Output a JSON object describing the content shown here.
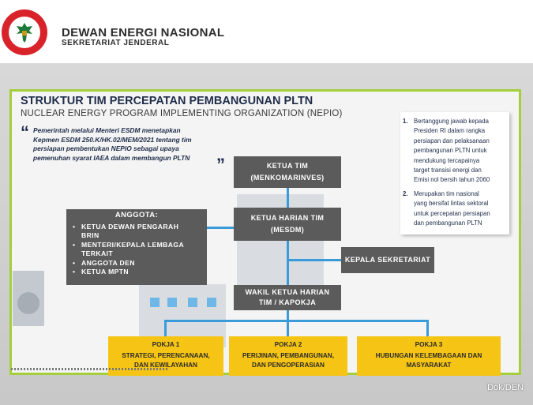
{
  "header": {
    "org_name": "DEWAN ENERGI NASIONAL",
    "org_sub": "SEKRETARIAT JENDERAL"
  },
  "slide": {
    "title": "STRUKTUR TIM PERCEPATAN PEMBANGUNAN PLTN",
    "subtitle": "NUCLEAR ENERGY PROGRAM IMPLEMENTING ORGANIZATION (NEPIO)",
    "quote_lines": [
      "Pemerintah melalui Menteri ESDM menetapkan",
      "Kepmen ESDM 250.K/HK.02/MEM/2021 tentang tim",
      "persiapan pembentukan NEPIO sebagai upaya",
      "pemenuhan syarat IAEA dalam membangun PLTN"
    ],
    "notes": [
      {
        "num": "1.",
        "lines": [
          "Bertanggung jawab kepada",
          "Presiden RI dalam rangka",
          "persiapan dan pelaksanaan",
          "pembangunan PLTN untuk",
          "mendukung tercapainya",
          "target transisi energi dan",
          "Emisi nol bersih tahun 2060"
        ]
      },
      {
        "num": "2.",
        "lines": [
          "Merupakan tim nasional",
          "yang bersifat lintas sektoral",
          "untuk percepatan persiapan",
          "dan pembangunan PLTN"
        ]
      }
    ],
    "ketua_tim": [
      "KETUA TIM",
      "(MENKOMARINVES)"
    ],
    "ketua_harian": [
      "KETUA HARIAN TIM",
      "(MESDM)"
    ],
    "anggota_title": "ANGGOTA:",
    "anggota": [
      "KETUA DEWAN PENGARAH",
      "BRIN",
      "MENTERI/KEPALA LEMBAGA",
      "TERKAIT",
      "ANGGOTA DEN",
      "KETUA MPTN"
    ],
    "anggota_bullets": [
      true,
      false,
      true,
      false,
      true,
      true
    ],
    "kepala_sekretariat": "KEPALA SEKRETARIAT",
    "wakil_ketua": [
      "WAKIL KETUA HARIAN",
      "TIM  / KAPOKJA"
    ],
    "pokja": [
      {
        "label": "POKJA 1",
        "lines": [
          "STRATEGI, PERENCANAAN,",
          "DAN KEWILAYAHAN"
        ]
      },
      {
        "label": "POKJA 2",
        "lines": [
          "PERIJINAN, PEMBANGUNAN,",
          "DAN PENGOPERASIAN"
        ]
      },
      {
        "label": "POKJA 3",
        "lines": [
          "HUBUNGAN KELEMBAGAAN DAN",
          "MASYARAKAT"
        ]
      }
    ]
  },
  "credit": "Dok/DEN",
  "colors": {
    "frame": "#a4cf3a",
    "connector": "#3a9bd8",
    "gray_box": "#5b5b5b",
    "yellow_box": "#f5c414"
  }
}
